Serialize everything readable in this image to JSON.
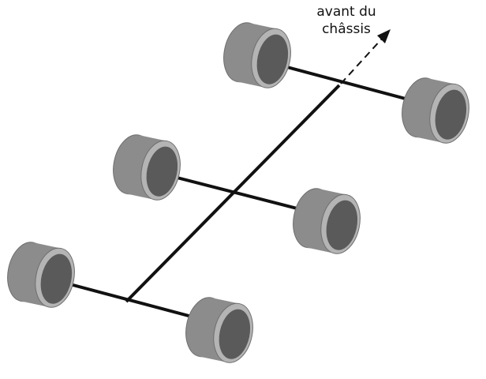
{
  "label": {
    "line1": "avant du",
    "line2": "châssis"
  },
  "colors": {
    "axle": "#111111",
    "tire_outer": "#8c8c8c",
    "tire_rim": "#b4b4b4",
    "tire_face": "#5a5a5a",
    "tire_edge": "#6e6e6e",
    "arrow": "#111111",
    "background": "#ffffff"
  },
  "wheel_count": 6
}
